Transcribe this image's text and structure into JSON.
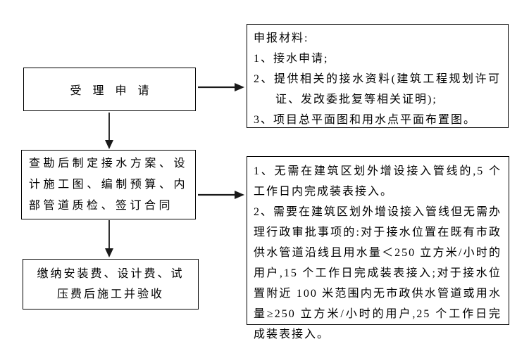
{
  "flowchart": {
    "steps": [
      {
        "id": "accept-application",
        "label": "受理申请"
      },
      {
        "id": "survey-and-contract",
        "label": "查勘后制定接水方案、设计施工图、编制预算、内部管道质检、签订合同"
      },
      {
        "id": "pay-construct-accept",
        "label": "缴纳安装费、设计费、试压费后施工并验收"
      }
    ],
    "notes": [
      {
        "id": "application-materials",
        "lines": [
          "申报材料:",
          "1、接水申请;",
          "2、提供相关的接水资料(建筑工程规划许可证、发改委批复等相关证明);",
          "3、项目总平面图和用水点平面布置图。"
        ]
      },
      {
        "id": "installation-timelines",
        "lines": [
          "1、无需在建筑区划外增设接入管线的,5 个工作日内完成装表接入。",
          "2、需要在建筑区划外增设接入管线但无需办理行政审批事项的:对于接水位置在既有市政供水管道沿线且用水量＜250 立方米/小时的用户,15 个工作日完成装表接入;对于接水位置附近 100 米范围内无市政供水管道或用水量≥250 立方米/小时的用户,25 个工作日完成装表接入。"
        ]
      }
    ],
    "colors": {
      "border": "#000000",
      "text": "#000000",
      "background": "#ffffff",
      "arrow": "#1a1a1a"
    }
  }
}
